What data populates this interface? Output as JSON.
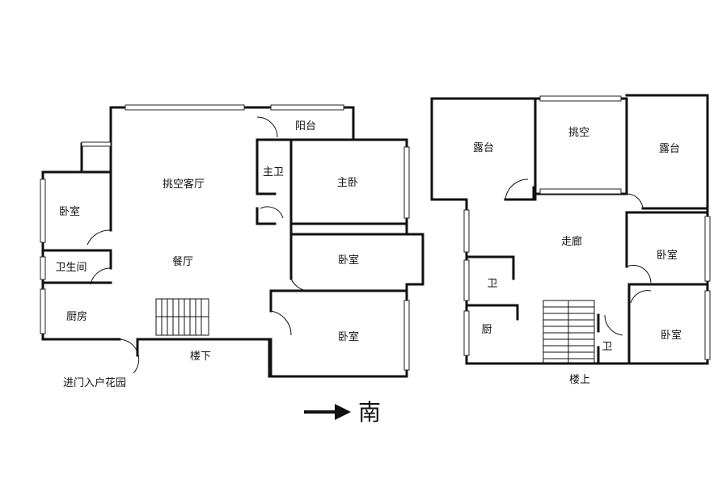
{
  "lower_floor": {
    "rooms": {
      "balcony": "阳台",
      "double_height_living": "挑空客厅",
      "master_bath": "主卫",
      "master_bedroom": "主卧",
      "bedroom_left": "卧室",
      "restroom": "卫生间",
      "dining": "餐厅",
      "bedroom_mid": "卧室",
      "kitchen": "厨房",
      "bedroom_bottom": "卧室"
    },
    "floor_label": "楼下",
    "entrance": "进门入户花园"
  },
  "upper_floor": {
    "rooms": {
      "terrace_left": "露台",
      "void": "挑空",
      "terrace_right": "露台",
      "corridor": "走廊",
      "bedroom_top": "卧室",
      "bath_left": "卫",
      "kitchen": "厨",
      "bath_right": "卫",
      "bedroom_bottom": "卧室"
    },
    "floor_label": "楼上"
  },
  "compass": {
    "direction": "南"
  }
}
